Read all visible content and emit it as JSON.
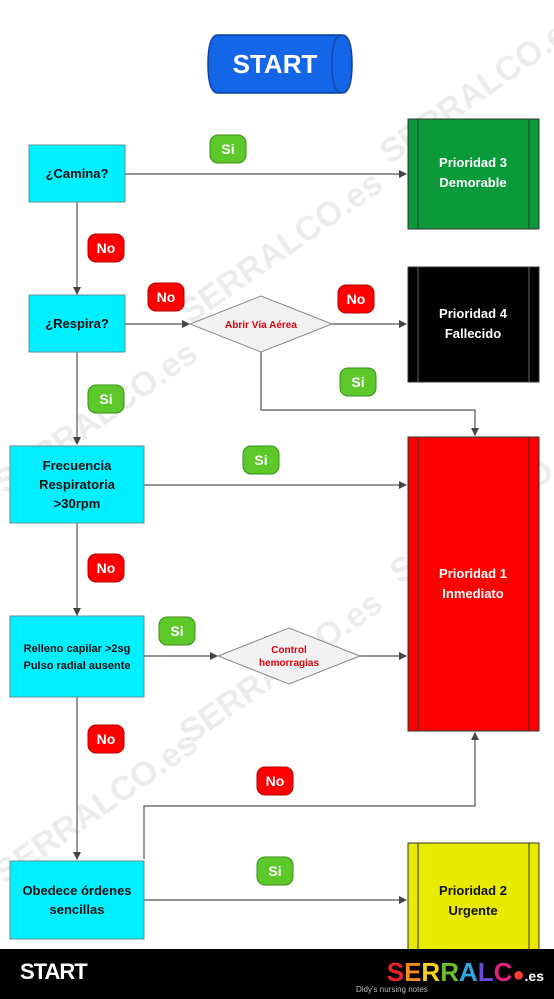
{
  "start": "START",
  "nodes": {
    "camina": "¿Camina?",
    "respira": "¿Respira?",
    "frecuencia": [
      "Frecuencia",
      "Respiratoria",
      ">30rpm"
    ],
    "relleno": [
      "Relleno capilar >2sg",
      "Pulso radial ausente"
    ],
    "obedece": [
      "Obedece órdenes",
      "sencillas"
    ],
    "abrir_via": "Abrir Vía Aérea",
    "control": [
      "Control",
      "hemorragias"
    ]
  },
  "outcomes": {
    "p3": [
      "Prioridad 3",
      "Demorable"
    ],
    "p4": [
      "Prioridad 4",
      "Fallecido"
    ],
    "p1": [
      "Prioridad 1",
      "Inmediato"
    ],
    "p2": [
      "Prioridad 2",
      "Urgente"
    ]
  },
  "labels": {
    "yes": "Si",
    "no": "No"
  },
  "colors": {
    "start": "#1565e8",
    "decision_fill": "#00f0ff",
    "p3": "#0a9a3a",
    "p4": "#000000",
    "p1": "#ff0000",
    "p2": "#e8ea00",
    "si_tag": "#5cc82a",
    "no_tag": "#ff0000",
    "diamond_text": "#e0000a"
  },
  "watermark": "SERRALCO.es",
  "footer": {
    "left": "START",
    "brand": [
      "S",
      "E",
      "R",
      "R",
      "A",
      "L",
      "C",
      "●",
      ".es"
    ],
    "brand_tagline": "Didy's nursing notes"
  }
}
